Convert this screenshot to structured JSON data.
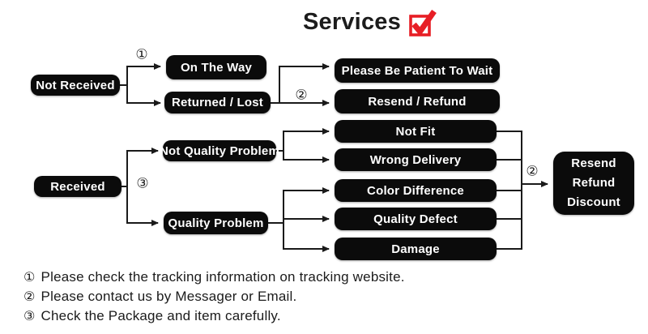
{
  "title": {
    "label": "Services",
    "checkbox_icon": "red-checked-checkbox",
    "accent_red": "#e71e25"
  },
  "colors": {
    "box_bg": "#0b0b0b",
    "box_text": "#ffffff",
    "line": "#1a1a1a",
    "text": "#1b1b1b"
  },
  "flow": {
    "not_received": "Not Received",
    "on_the_way": "On The Way",
    "returned_lost": "Returned / Lost",
    "please_wait": "Please Be Patient To Wait",
    "resend_refund": "Resend / Refund",
    "not_quality_problem": "Not Quality Problem",
    "received": "Received",
    "quality_problem": "Quality Problem",
    "not_fit": "Not Fit",
    "wrong_delivery": "Wrong Delivery",
    "color_difference": "Color Difference",
    "quality_defect": "Quality Defect",
    "damage": "Damage",
    "final_lines": [
      "Resend",
      "Refund",
      "Discount"
    ]
  },
  "edges": [
    {
      "from": "not_received",
      "to": "on_the_way",
      "marker": "①"
    },
    {
      "from": "not_received",
      "to": "returned_lost"
    },
    {
      "from": "on_the_way",
      "to": "please_wait"
    },
    {
      "from": "returned_lost",
      "to": "resend_refund",
      "marker": "②"
    },
    {
      "from": "received",
      "to": "not_quality_problem",
      "marker": "③"
    },
    {
      "from": "received",
      "to": "quality_problem"
    },
    {
      "from": "not_quality_problem",
      "to": "not_fit"
    },
    {
      "from": "not_quality_problem",
      "to": "wrong_delivery"
    },
    {
      "from": "quality_problem",
      "to": "color_difference"
    },
    {
      "from": "quality_problem",
      "to": "quality_defect"
    },
    {
      "from": "quality_problem",
      "to": "damage"
    },
    {
      "from": "not_fit|wrong_delivery|color_difference|quality_defect|damage",
      "to": "resend_refund_discount",
      "marker": "②"
    }
  ],
  "markers": {
    "m1": "①",
    "m2": "②",
    "m3": "③"
  },
  "footnotes": [
    {
      "marker": "①",
      "text": "Please check the tracking information on tracking website."
    },
    {
      "marker": "②",
      "text": "Please contact us by Messager or Email."
    },
    {
      "marker": "③",
      "text": "Check the Package and item carefully."
    }
  ]
}
